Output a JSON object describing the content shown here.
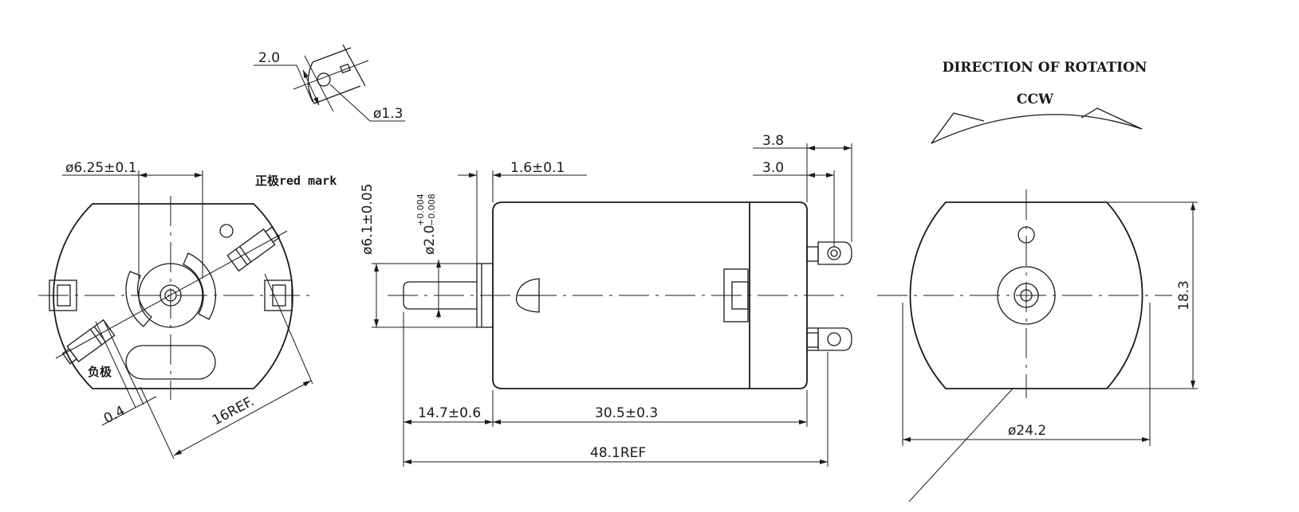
{
  "rotation": {
    "title": "DIRECTION OF ROTATION",
    "direction": "CCW"
  },
  "terminal_detail": {
    "offset": "2.0",
    "hole_diameter": "ø1.3"
  },
  "front_view": {
    "hub_diameter": "ø6.25±0.1",
    "positive_mark": "正极red mark",
    "negative_mark": "负极",
    "gap": "0.4",
    "span": "16REF."
  },
  "side_view": {
    "bushing_diameter": "ø6.1±0.05",
    "shaft_diameter": "ø2.0",
    "shaft_tol_upper": "+0.004",
    "shaft_tol_lower": "−0.008",
    "flange_thickness": "1.6±0.1",
    "terminal_outer": "3.8",
    "terminal_inner": "3.0",
    "shaft_length": "14.7±0.6",
    "body_length": "30.5±0.3",
    "overall_length": "48.1REF"
  },
  "rear_view": {
    "height": "18.3",
    "diameter": "ø24.2"
  }
}
